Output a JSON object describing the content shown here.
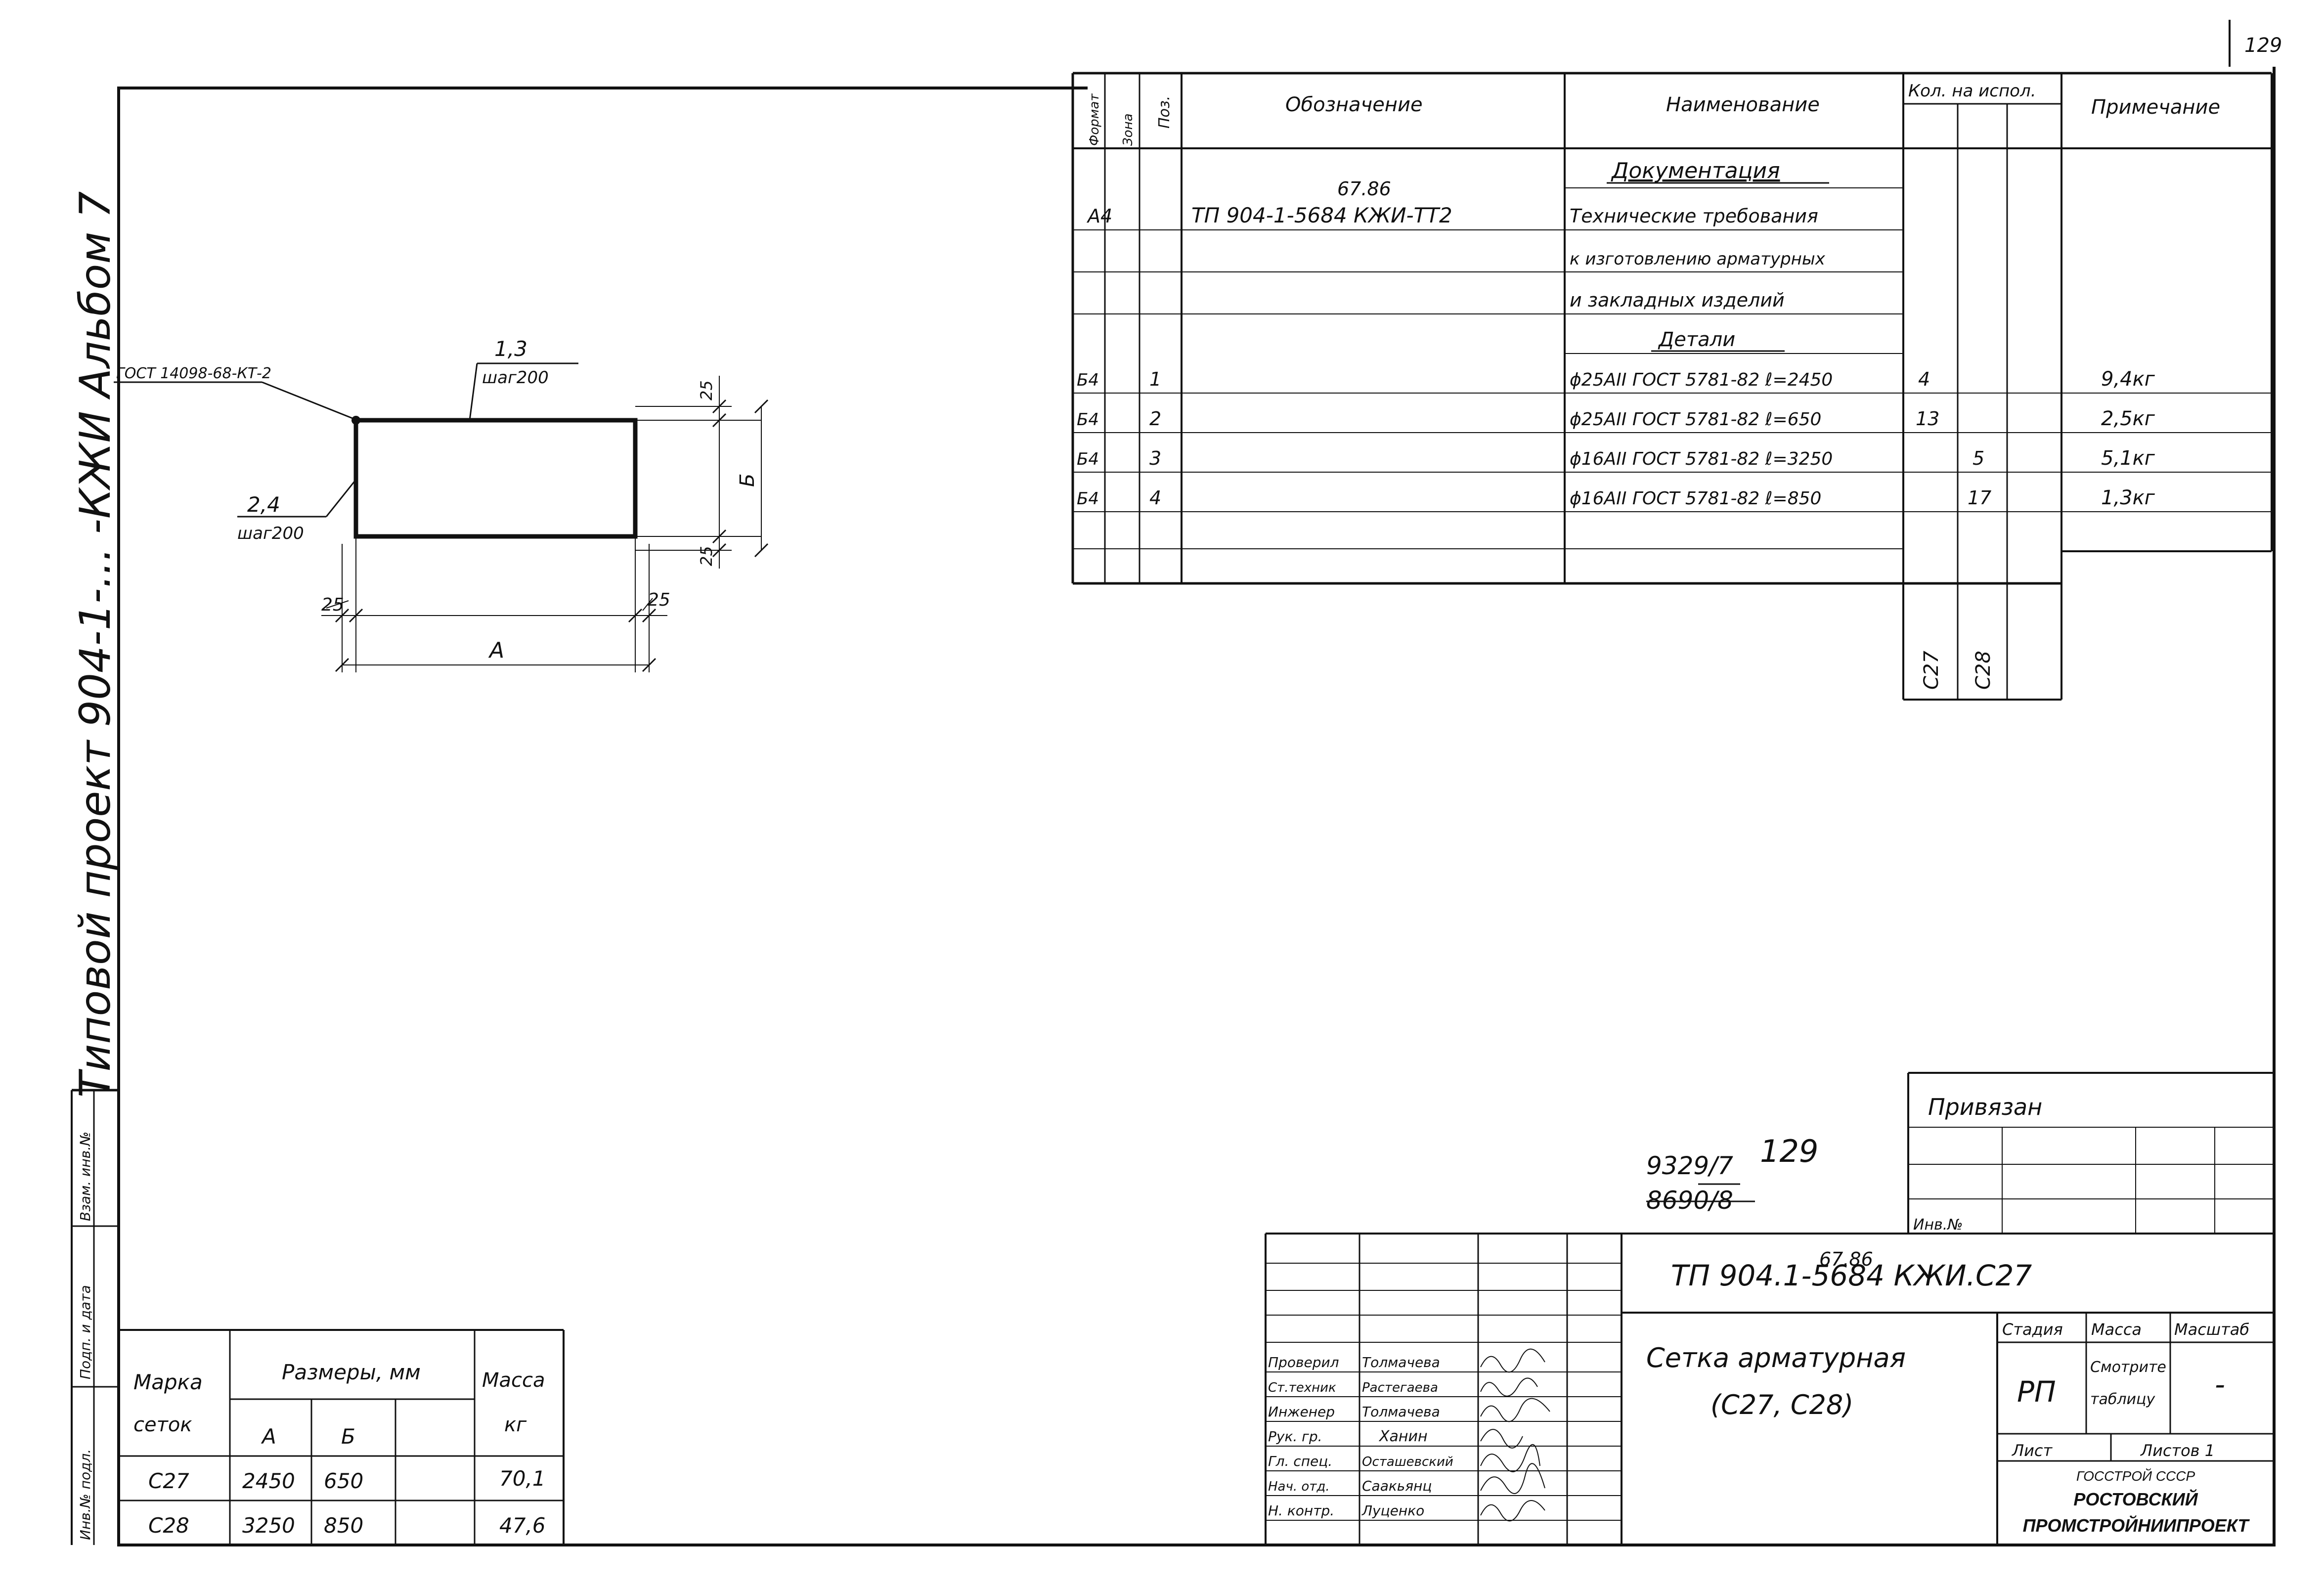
{
  "page_number": "129",
  "side_stamp": {
    "project_title": "Типовой проект 904-1-... -КЖИ Альбом 7",
    "inv_podl_label": "Инв.№ подл.",
    "podp_data_label": "Подп. и дата",
    "vzam_inv_label": "Взам. инв.№"
  },
  "specification": {
    "headers": {
      "format": "Формат",
      "zone": "Зона",
      "pos": "Поз.",
      "designation": "Обозначение",
      "name": "Наименование",
      "qty": "Кол. на испол.",
      "note": "Примечание"
    },
    "section_docs": "Документация",
    "doc_row": {
      "format": "А4",
      "designation": "ТП 904-1-5684 КЖИ-ТТ2",
      "designation_correction": "67.86",
      "name_lines": [
        "Технические требования",
        "к изготовлению арматурных",
        "и закладных изделий"
      ]
    },
    "section_details": "Детали",
    "detail_rows": [
      {
        "format": "Б4",
        "pos": "1",
        "name": "ϕ25АII ГОСТ 5781-82 ℓ=2450",
        "qty_c27": "4",
        "qty_c28": "",
        "note": "9,4кг"
      },
      {
        "format": "Б4",
        "pos": "2",
        "name": "ϕ25АII ГОСТ 5781-82 ℓ=650",
        "qty_c27": "13",
        "qty_c28": "",
        "note": "2,5кг"
      },
      {
        "format": "Б4",
        "pos": "3",
        "name": "ϕ16АII ГОСТ 5781-82 ℓ=3250",
        "qty_c27": "",
        "qty_c28": "5",
        "note": "5,1кг"
      },
      {
        "format": "Б4",
        "pos": "4",
        "name": "ϕ16АII ГОСТ 5781-82 ℓ=850",
        "qty_c27": "",
        "qty_c28": "17",
        "note": "1,3кг"
      }
    ],
    "variant_c27": "С27",
    "variant_c28": "С28"
  },
  "drawing": {
    "weld_note": "ГОСТ 14098-68-КТ-2",
    "top_label_num": "1,3",
    "top_label_step": "шаг200",
    "left_label_num": "2,4",
    "left_label_step": "шаг200",
    "dim_25_top": "25",
    "dim_25_bottom": "25",
    "dim_25_left": "25",
    "dim_25_right": "25",
    "dim_b": "Б",
    "dim_a": "А"
  },
  "sizes_table": {
    "h_mark": "Марка",
    "h_mark2": "сеток",
    "h_sizes": "Размеры, мм",
    "h_a": "А",
    "h_b": "Б",
    "h_mass": "Масса",
    "h_mass_unit": "кг",
    "rows": [
      {
        "mark": "С27",
        "a": "2450",
        "b": "650",
        "mass": "70,1"
      },
      {
        "mark": "С28",
        "a": "3250",
        "b": "850",
        "mass": "47,6"
      }
    ]
  },
  "handwritten": {
    "ref_top": "9329/7",
    "ref_num": "129",
    "ref_struck": "8690/8"
  },
  "privyazan": {
    "title": "Привязан",
    "inv_label": "Инв.№"
  },
  "title_block": {
    "code": "ТП 904.1-5684 КЖИ.С27",
    "code_correction": "67.86",
    "drawing_name_line1": "Сетка арматурная",
    "drawing_name_line2": "(С27, С28)",
    "h_stage": "Стадия",
    "h_mass": "Масса",
    "h_scale": "Масштаб",
    "stage": "РП",
    "mass_line1": "Смотрите",
    "mass_line2": "таблицу",
    "scale": "-",
    "sheet_label": "Лист",
    "sheets_label": "Листов 1",
    "org_line1": "ГОССТРОЙ СССР",
    "org_line2": "РОСТОВСКИЙ",
    "org_line3": "ПРОМСТРОЙНИИПРОЕКТ",
    "signatures": [
      {
        "role": "Проверил",
        "name": "Толмачева"
      },
      {
        "role": "Ст.техник",
        "name": "Растегаева"
      },
      {
        "role": "Инженер",
        "name": "Толмачева"
      },
      {
        "role": "Рук. гр.",
        "name": "Ханин"
      },
      {
        "role": "Гл. спец.",
        "name": "Осташевский"
      },
      {
        "role": "Нач. отд.",
        "name": "Саакьянц"
      },
      {
        "role": "Н. контр.",
        "name": "Луценко"
      }
    ]
  }
}
